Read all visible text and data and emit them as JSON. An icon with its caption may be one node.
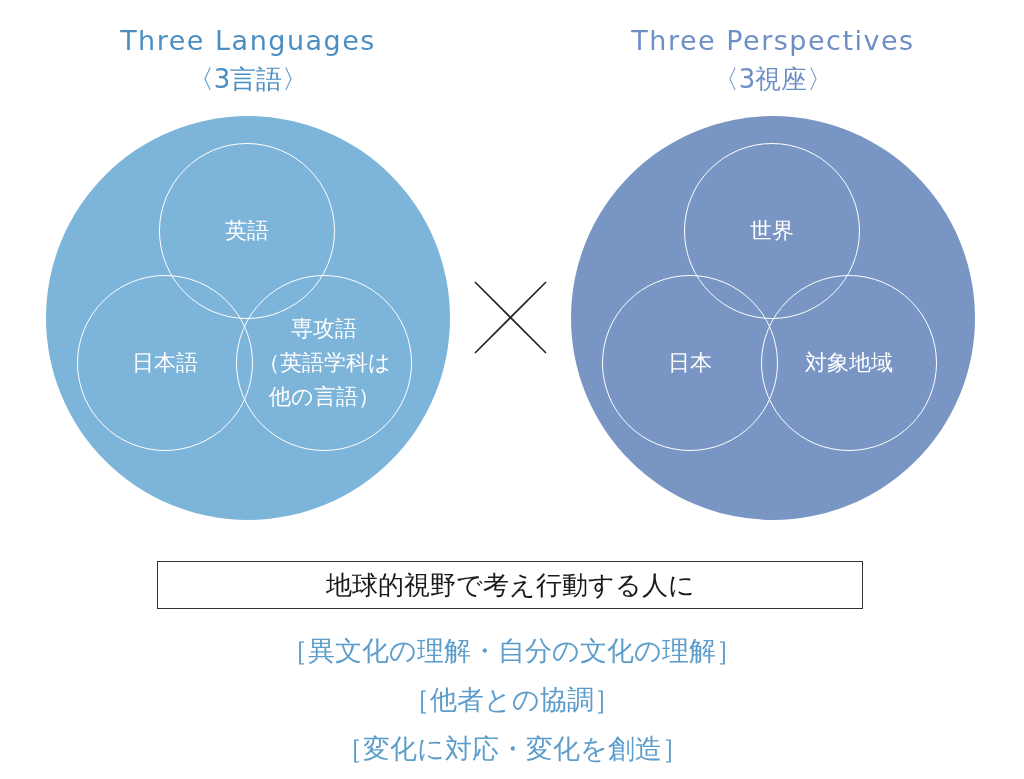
{
  "diagram": {
    "nodes": [
      {
        "text": [
          "Three Languages",
          "〈3言語〉"
        ]
      },
      {
        "text": [
          "英語"
        ],
        "in": 0
      },
      {
        "text": [
          "日本語"
        ],
        "in": 0
      },
      {
        "text": [
          "専攻語",
          "（英語学科は他の言語）"
        ],
        "in": 0
      },
      {
        "text": [
          "Three Perspectives",
          "〈3視座〉"
        ]
      },
      {
        "text": [
          "世界"
        ],
        "in": 4
      },
      {
        "text": [
          "日本"
        ],
        "in": 4
      },
      {
        "text": [
          "対象地域"
        ],
        "in": 4
      },
      {
        "text": [
          "地球的視野で考え行動する人に"
        ]
      }
    ],
    "labels": [
      "［異文化の理解・自分の文化の理解］",
      "［他者との協調］",
      "［変化に対応・変化を創造］"
    ]
  }
}
